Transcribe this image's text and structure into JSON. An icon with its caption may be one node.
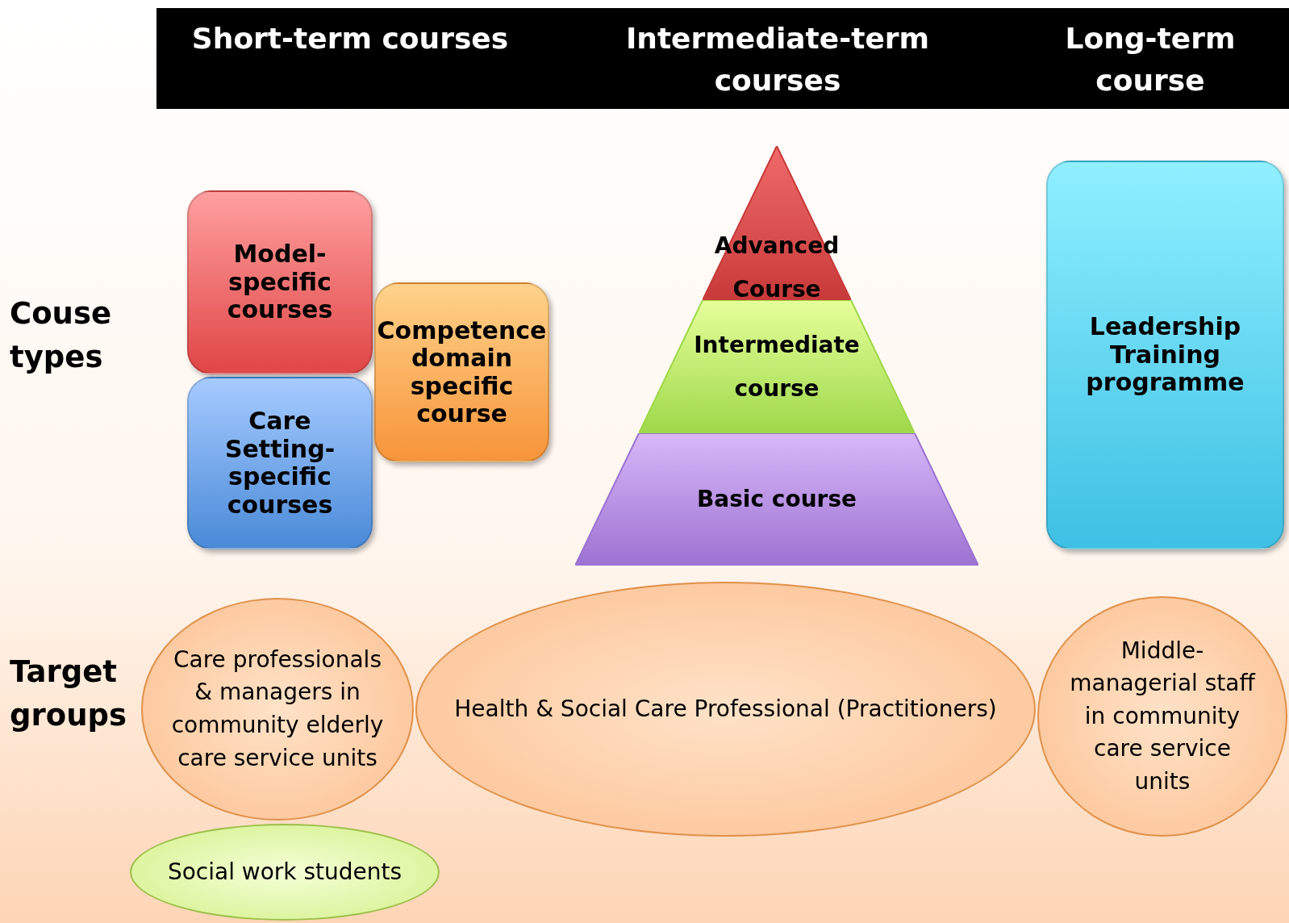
{
  "diagram": {
    "nodes": [
      {
        "text": [
          "Short-term courses",
          "Intermediate-term courses",
          "Long-term course"
        ]
      },
      {
        "text": [
          "Model-specific courses"
        ]
      },
      {
        "text": [
          "Care Setting-specific courses"
        ]
      },
      {
        "text": [
          "Competence domain specific course"
        ]
      },
      {
        "text": [
          "Advanced Course"
        ]
      },
      {
        "text": [
          "Intermediate course"
        ]
      },
      {
        "text": [
          "Basic course"
        ]
      },
      {
        "text": [
          "Leadership Training programme"
        ]
      },
      {
        "text": [
          "Care professionals & managers in community elderly care service units"
        ]
      },
      {
        "text": [
          "Health & Social Care Professional (Practitioners)"
        ]
      },
      {
        "text": [
          "Middle-managerial staff in community care service units"
        ]
      },
      {
        "text": [
          "Social work students"
        ]
      }
    ],
    "labels": [
      "Couse types",
      "Target groups"
    ]
  }
}
